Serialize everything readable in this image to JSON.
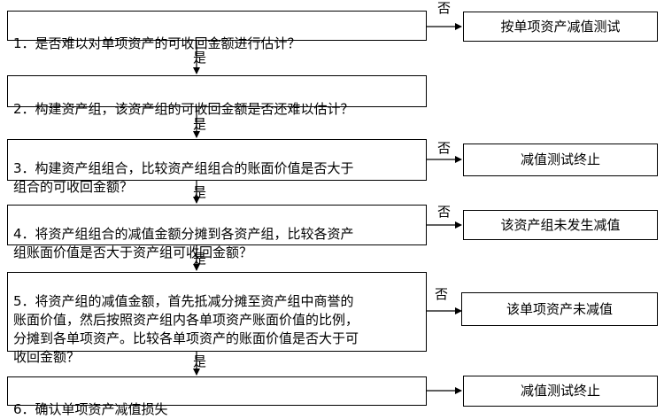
{
  "steps": [
    {
      "text": "1．是否难以对单项资产的可收回金额进行估计？"
    },
    {
      "text": "2．构建资产组，该资产组的可收回金额是否还难以估计？"
    },
    {
      "text": "3．构建资产组组合，比较资产组组合的账面价值是否大于\n组合的可收回金额？"
    },
    {
      "text": "4．将资产组组合的减值金额分摊到各资产组，比较各资产\n组账面价值是否大于资产组可收回金额？"
    },
    {
      "text": "5．将资产组的减值金额，首先抵减分摊至资产组中商誉的\n账面价值，然后按照资产组内各单项资产账面价值的比例，\n分摊到各单项资产。比较各单项资产的账面价值是否大于可\n收回金额？"
    },
    {
      "text": "6．确认单项资产减值损失"
    }
  ],
  "results": [
    {
      "text": "按单项资产减值测试"
    },
    {
      "text": "减值测试终止"
    },
    {
      "text": "该资产组未发生减值"
    },
    {
      "text": "该单项资产未减值"
    },
    {
      "text": "减值测试终止"
    }
  ],
  "labels": {
    "yes": "是",
    "no": "否"
  }
}
